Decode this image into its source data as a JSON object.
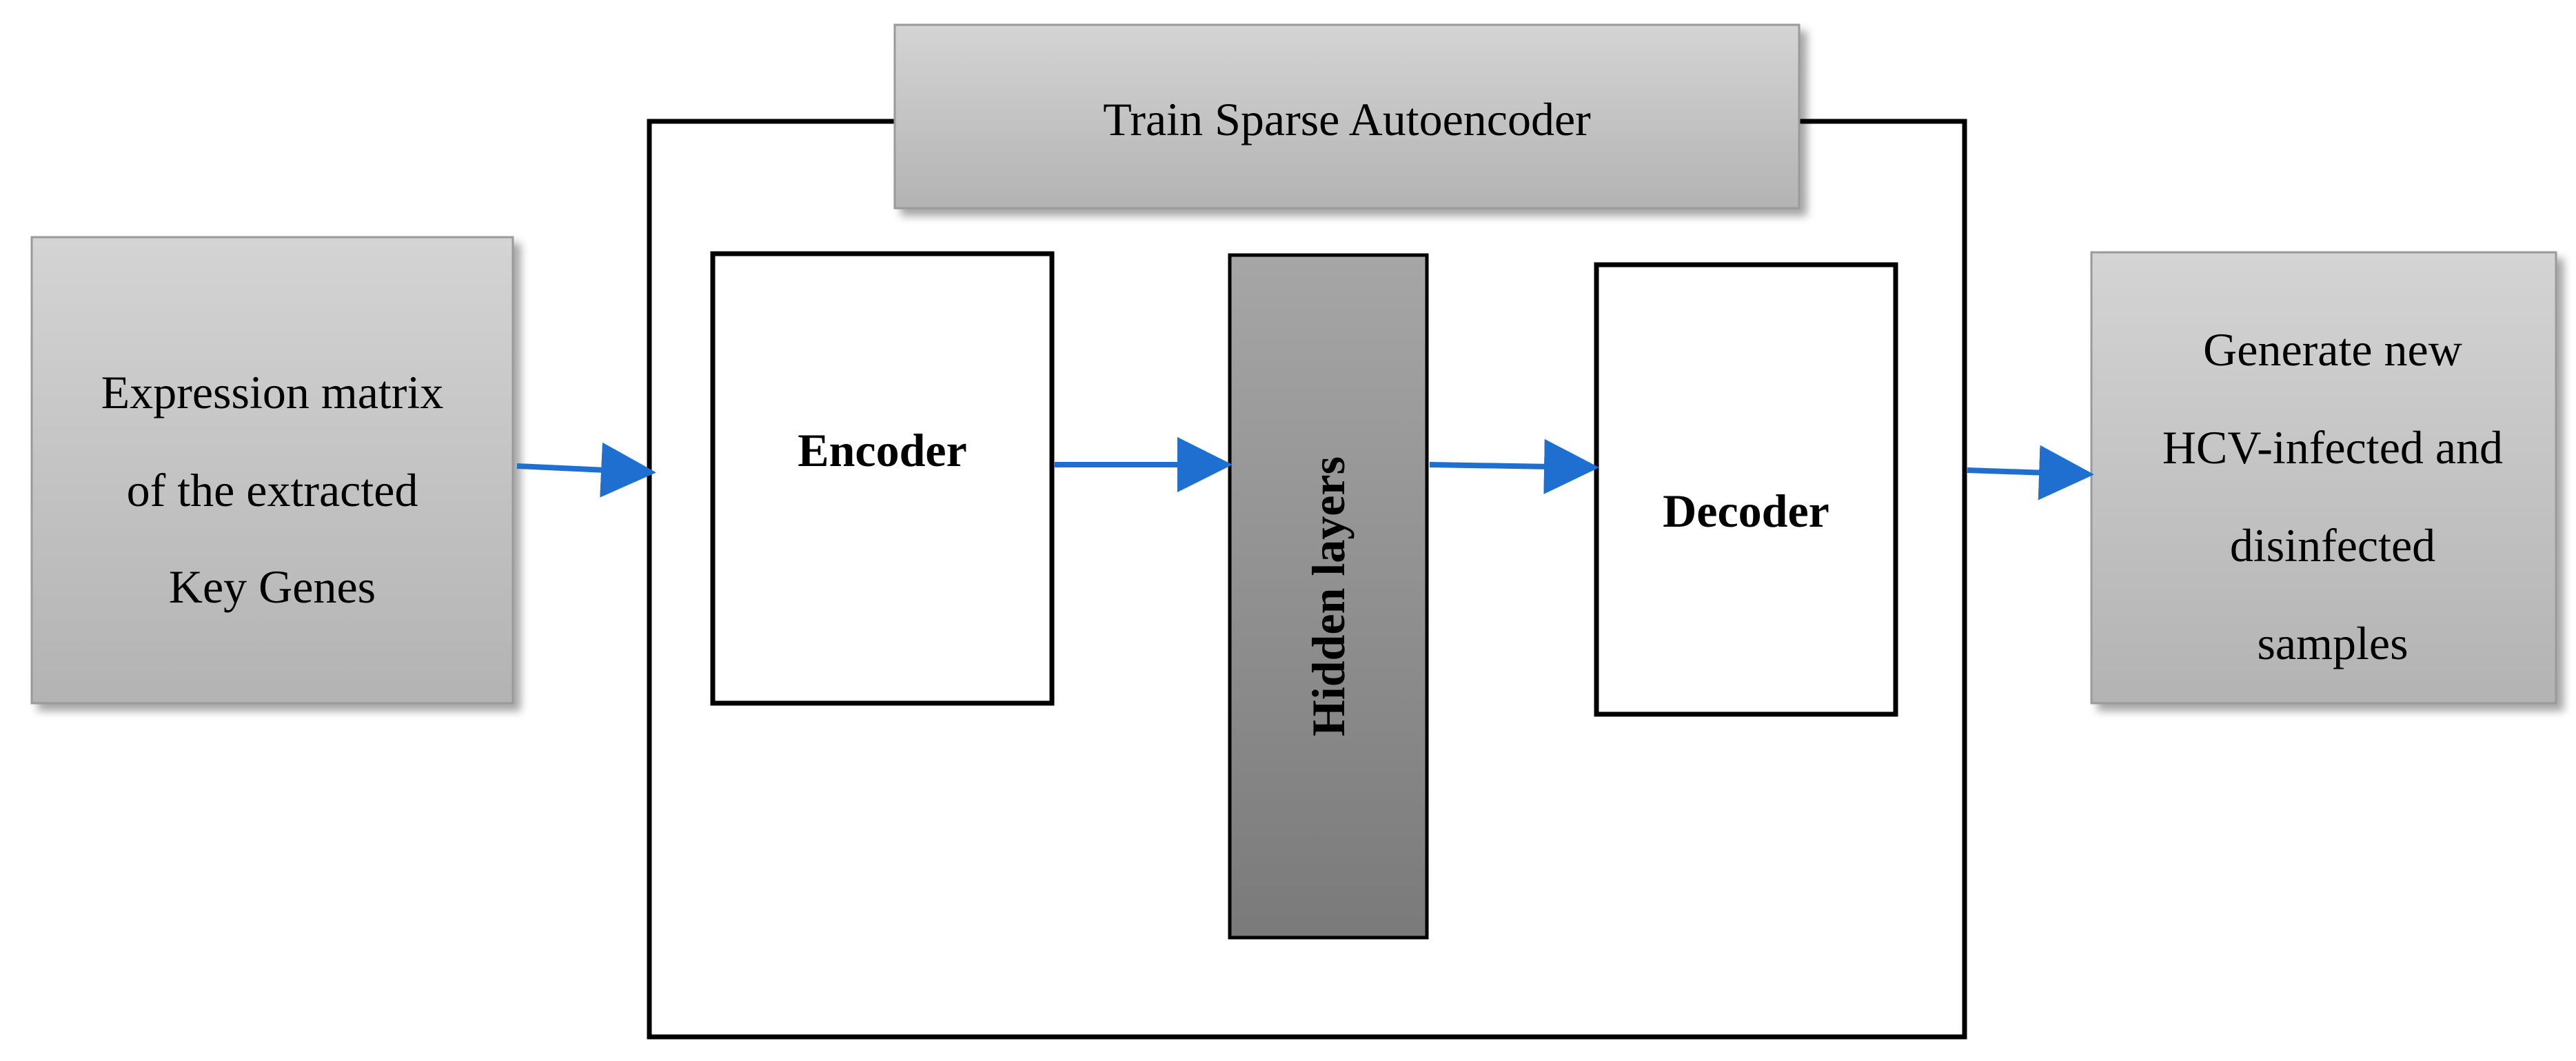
{
  "diagram": {
    "nodes": {
      "input": {
        "lines": [
          "Expression matrix",
          "of the extracted",
          "Key Genes"
        ]
      },
      "train": {
        "label": "Train Sparse Autoencoder"
      },
      "encoder": {
        "label": "Encoder"
      },
      "hidden": {
        "label": "Hidden layers"
      },
      "decoder": {
        "label": "Decoder"
      },
      "output": {
        "lines": [
          "Generate new",
          "HCV-infected and",
          "disinfected",
          "samples"
        ]
      }
    },
    "edges": [
      {
        "from": "input",
        "to": "train"
      },
      {
        "from": "encoder",
        "to": "hidden"
      },
      {
        "from": "hidden",
        "to": "decoder"
      },
      {
        "from": "train",
        "to": "output"
      }
    ],
    "colors": {
      "arrow": "#1f6fd1",
      "grey_box_top": "#d4d4d4",
      "grey_box_bottom": "#b3b3b3",
      "hidden_top": "#a6a6a6",
      "hidden_bottom": "#7a7a7a",
      "border": "#000000"
    }
  }
}
